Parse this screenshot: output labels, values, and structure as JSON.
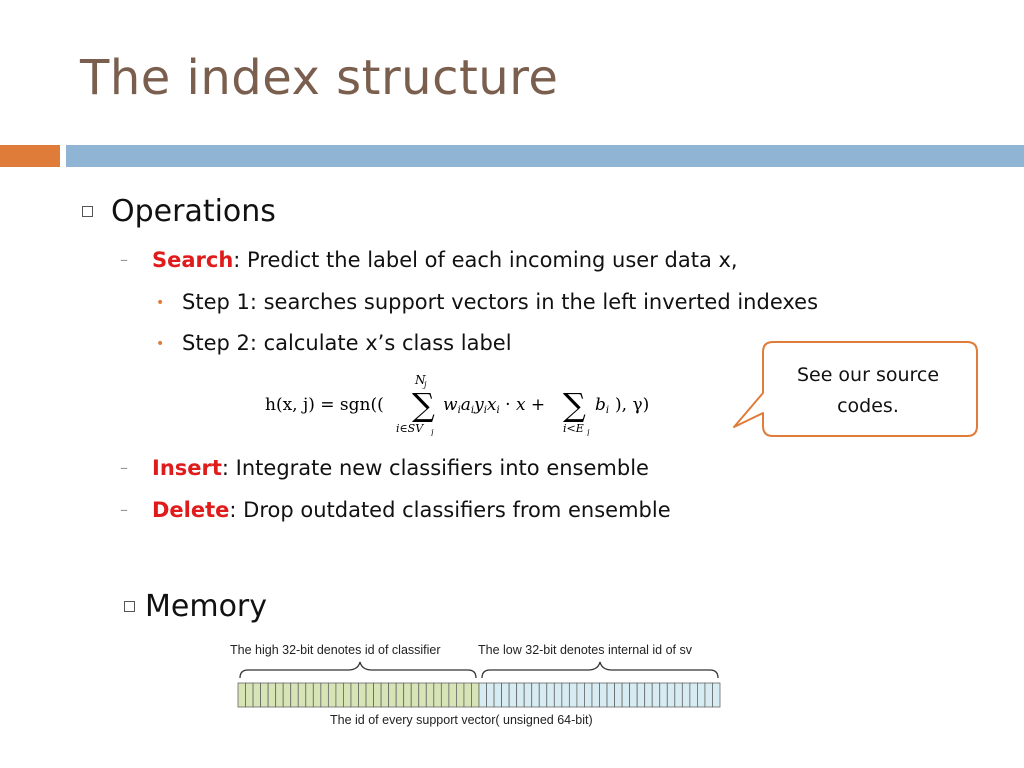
{
  "slide": {
    "title": "The index structure",
    "colors": {
      "title": "#7a5f4e",
      "accent_orange": "#e07c3a",
      "accent_blue": "#8fb4d4",
      "keyword_red": "#e01b1b"
    }
  },
  "operations": {
    "heading": "Operations",
    "search": {
      "keyword": "Search",
      "rest": ": Predict the label of each incoming user data x,"
    },
    "steps": [
      "Step 1: searches support vectors in the left inverted indexes",
      "Step 2: calculate x’s class label"
    ],
    "insert": {
      "keyword": "Insert",
      "rest": ": Integrate new classifiers into ensemble"
    },
    "delete": {
      "keyword": "Delete",
      "rest": ": Drop outdated classifiers from ensemble"
    }
  },
  "callout": {
    "line1": "See our source",
    "line2": "codes."
  },
  "formula": {
    "lhs": "h(x, j) = sgn((",
    "sum1_top": "N",
    "sum1_top_sub": "j",
    "sum1_bottom": "i∈SV",
    "sum1_bottom_sub": "j",
    "term1": "w",
    "sum2_bottom": "i<E",
    "sum2_bottom_sub": "j",
    "tail": "), γ)"
  },
  "memory": {
    "heading": "Memory",
    "label_high": "The high 32-bit denotes id of classifier",
    "label_low": "The low 32-bit denotes internal id of sv",
    "label_bottom": "The id of every support vector( unsigned 64-bit)",
    "bits_total": 64,
    "bits_high": 32,
    "colors": {
      "high": "#d6e4b6",
      "low": "#d6ecf2"
    }
  }
}
